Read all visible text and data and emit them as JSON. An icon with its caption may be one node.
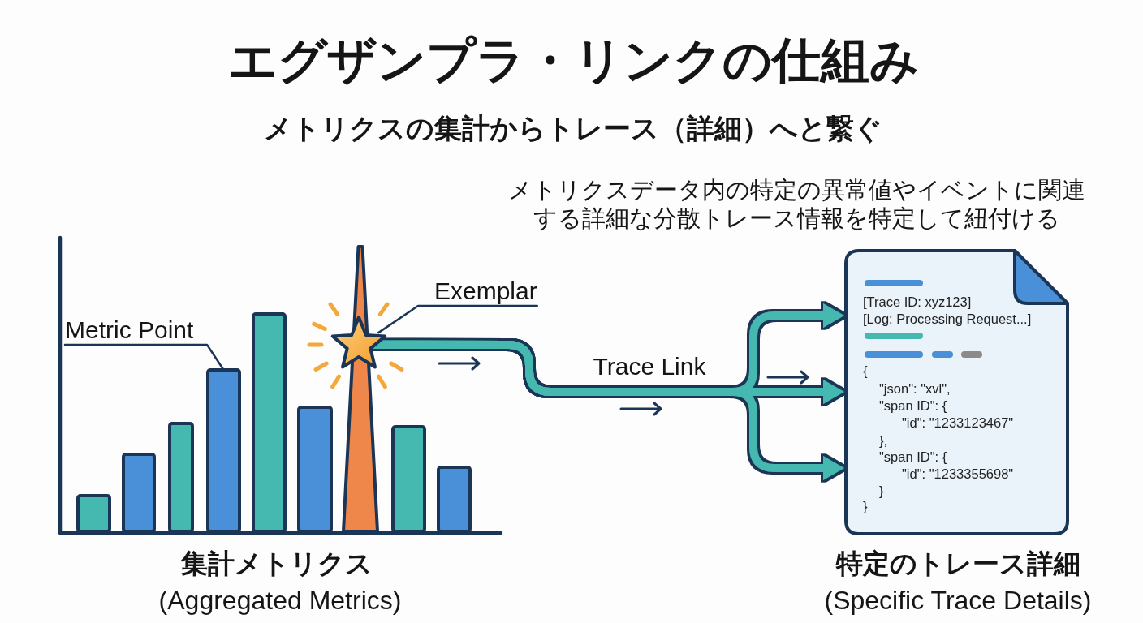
{
  "diagram": {
    "title": "エグザンプラ・リンクの仕組み",
    "nodes": [
      {
        "text": [
          "Metric Point"
        ]
      },
      {
        "text": [],
        "shape": "bar"
      },
      {
        "text": [
          "Exemplar"
        ]
      },
      {
        "text": [],
        "shape": "star"
      },
      {
        "text": [
          "[Trace ID: xyz123]",
          "[Log: Processing Request...]",
          "{",
          "\"json\": \"xvl\",",
          "\"span ID\": {",
          "\"id\": \"1233123467\"",
          "},",
          "\"span ID\": {",
          "\"id\": \"1233355698\"",
          "}",
          "}"
        ],
        "beside": [
          "特定のトレース詳細",
          "(Specific Trace Details)"
        ]
      }
    ],
    "edges": [
      {
        "from": 0,
        "to": 1,
        "arrow": "none",
        "color": "#1b3556"
      },
      {
        "from": 2,
        "to": 3,
        "arrow": "none",
        "color": "#1b3556"
      },
      {
        "from": 3,
        "to": 4,
        "arrow": "to"
      },
      {
        "from": 3,
        "to": 4,
        "arrow": "to",
        "label": "Trace Link"
      },
      {
        "from": 3,
        "to": 4,
        "arrow": "to"
      }
    ],
    "labels": [
      "メトリクスの集計からトレース（詳細）へと繋ぐ",
      "メトリクスデータ内の特定の異常値やイベントに関連する詳細な分散トレース情報を特定して紐付ける",
      "集計メトリクス",
      "(Aggregated Metrics)"
    ]
  }
}
